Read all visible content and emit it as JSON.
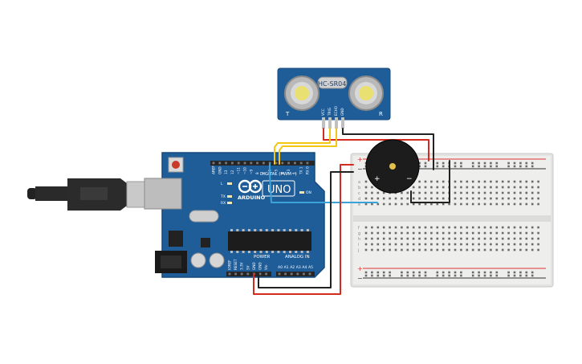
{
  "sensor": {
    "model": "HC-SR04",
    "pin_labels": [
      "VCC",
      "TRIG",
      "ECHO",
      "GND"
    ],
    "corner_marks": [
      "T",
      "R"
    ]
  },
  "arduino": {
    "brand": "ARDUINO",
    "model": "UNO",
    "digital_header": "DIGITAL (PWM~)",
    "power_header": "POWER",
    "analog_header": "ANALOG IN",
    "reset_label": "RESET",
    "top_pin_labels": [
      "AREF",
      "GND",
      "13",
      "12",
      "~11",
      "~10",
      "~9",
      "8",
      "7",
      "~6",
      "~5",
      "4",
      "~3",
      "2",
      "TX 1",
      "RX 0"
    ],
    "power_pin_labels": [
      "IOREF",
      "RESET",
      "3.3V",
      "5V",
      "GND",
      "GND",
      "Vin"
    ],
    "analog_pin_labels": [
      "A0",
      "A1",
      "A2",
      "A3",
      "A4",
      "A5"
    ],
    "led_labels": [
      "L",
      "TX",
      "RX",
      "ON"
    ]
  },
  "buzzer": {
    "plus_label": "+",
    "minus_label": "−"
  },
  "breadboard": {
    "row_letters_top": [
      "a",
      "b",
      "c",
      "d",
      "e"
    ],
    "row_letters_bottom": [
      "f",
      "g",
      "h",
      "i",
      "j"
    ],
    "plus": "+",
    "minus": "−"
  },
  "colors": {
    "board_blue": "#1f5d99",
    "wire_red": "#d42a20",
    "wire_black": "#222222",
    "wire_yellow": "#f3c611",
    "wire_blue": "#3aa3d8",
    "breadboard": "#ececea"
  }
}
